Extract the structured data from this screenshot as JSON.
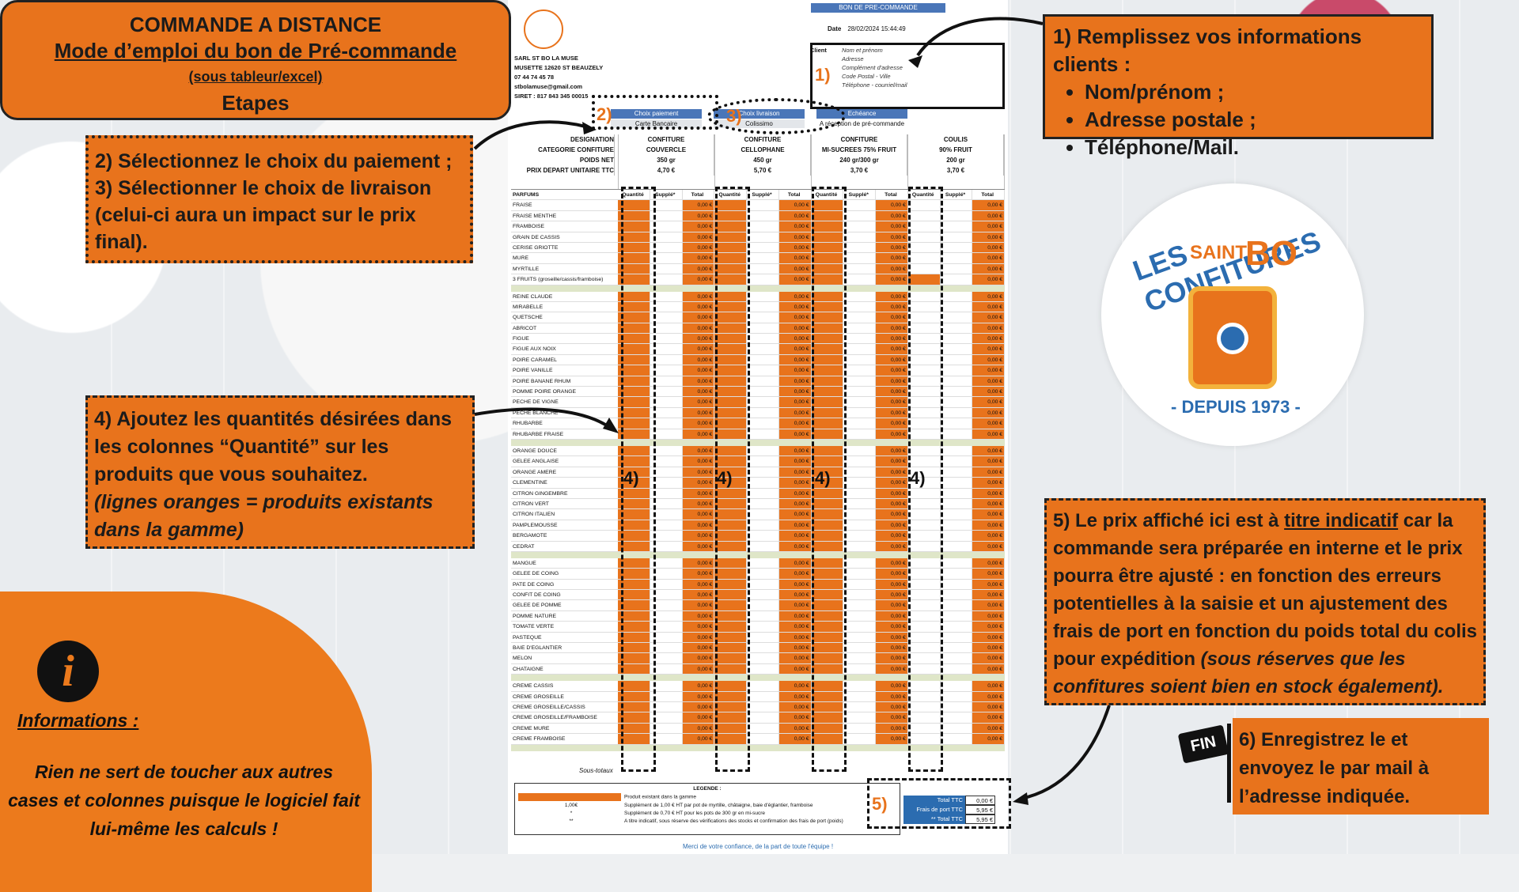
{
  "step0": {
    "title": "COMMANDE A DISTANCE",
    "subtitle": "Mode d’emploi du bon de Pré-commande",
    "note": "(sous tableur/excel)",
    "etapes": "Etapes"
  },
  "step1": {
    "intro": "1) Remplissez vos informations clients :",
    "items": [
      "Nom/prénom ;",
      "Adresse postale ;",
      "Téléphone/Mail."
    ]
  },
  "step2": {
    "line1": "2) Sélectionnez le choix du paiement ;",
    "line2": "3) Sélectionner le choix de livraison (celui-ci aura un impact sur le prix final)."
  },
  "step4": {
    "text": "4) Ajoutez les quantités désirées dans les colonnes “Quantité” sur les produits que vous souhaitez.",
    "italic": "(lignes oranges = produits existants dans la gamme)"
  },
  "step5": {
    "a": "5) Le prix affiché ici est à ",
    "u": "titre indicatif",
    "b": " car la commande sera préparée en interne et le prix pourra être ajusté : en fonction des erreurs potentielles à la saisie et un ajustement des frais de port en fonction du poids total du colis pour expédition ",
    "i": "(sous réserves que les confitures soient bien en stock également)."
  },
  "step6": {
    "flag": "FIN",
    "text": "6) Enregistrez le et envoyez le par mail à l’adresse indiquée."
  },
  "info": {
    "icon": "i",
    "title": "Informations :",
    "text": "Rien ne sert de toucher aux autres cases et colonnes puisque le logiciel fait lui-même les calculs !"
  },
  "logo": {
    "line1": "LES CONFITURES",
    "line2": "SAINT",
    "line3": "BO",
    "line4": "- DEPUIS 1973 -"
  },
  "sheet": {
    "header": "BON DE PRE-COMMANDE",
    "date_label": "Date",
    "date": "28/02/2024 15:44:49",
    "company": [
      "SARL ST BO LA MUSE",
      "MUSETTE 12620 ST BEAUZELY",
      "07 44 74 45 78",
      "stbolamuse@gmail.com",
      "SIRET : 817 843 345 00015"
    ],
    "client_label": "Client",
    "client_fields": [
      "Nom et prénom",
      "Adresse",
      "Complément d'adresse",
      "Code Postal - Ville",
      "Téléphone - courriel/mail"
    ],
    "payment": {
      "label": "Choix paiement",
      "value": "Carte Bancaire"
    },
    "delivery": {
      "label": "Choix livraison",
      "value": "Colissimo"
    },
    "deadline": {
      "label": "Echéance",
      "value": "A réception de pré-commande"
    },
    "col_labels": [
      "DESIGNATION",
      "CATEGORIE CONFITURE",
      "POIDS NET",
      "PRIX DEPART UNITAIRE TTC"
    ],
    "products": [
      {
        "name": "CONFITURE",
        "cat": "COUVERCLE",
        "weight": "350 gr",
        "price": "4,70 €"
      },
      {
        "name": "CONFITURE",
        "cat": "CELLOPHANE",
        "weight": "450 gr",
        "price": "5,70 €"
      },
      {
        "name": "CONFITURE",
        "cat": "MI-SUCREES 75% FRUIT",
        "weight": "240 gr/300 gr",
        "price": "3,70 €"
      },
      {
        "name": "COULIS",
        "cat": "90% FRUIT",
        "weight": "200 gr",
        "price": "3,70 €"
      }
    ],
    "subcols": [
      "Quantité",
      "Supplé*",
      "Total"
    ],
    "parfums_label": "PARFUMS",
    "groups": [
      [
        "FRAISE",
        "FRAISE MENTHE",
        "FRAMBOISE",
        "GRAIN DE CASSIS",
        "CERISE GRIOTTE",
        "MURE",
        "MYRTILLE",
        "3 FRUITS (groseille/cassis/framboise)"
      ],
      [
        "REINE CLAUDE",
        "MIRABELLE",
        "QUETSCHE",
        "ABRICOT",
        "FIGUE",
        "FIGUE AUX NOIX",
        "POIRE CARAMEL",
        "POIRE VANILLE",
        "POIRE BANANE RHUM",
        "POMME POIRE ORANGE",
        "PECHE DE VIGNE",
        "PECHE BLANCHE",
        "RHUBARBE",
        "RHUBARBE FRAISE"
      ],
      [
        "ORANGE DOUCE",
        "GELEE ANGLAISE",
        "ORANGE AMERE",
        "CLEMENTINE",
        "CITRON GINGEMBRE",
        "CITRON VERT",
        "CITRON ITALIEN",
        "PAMPLEMOUSSE",
        "BERGAMOTE",
        "CEDRAT"
      ],
      [
        "MANGUE",
        "GELEE DE COING",
        "PATE DE COING",
        "CONFIT DE COING",
        "GELEE DE POMME",
        "POMME NATURE",
        "TOMATE VERTE",
        "PASTEQUE",
        "BAIE D'EGLANTIER",
        "MELON",
        "CHATAIGNE"
      ],
      [
        "CREME CASSIS",
        "CREME GROSEILLE",
        "CREME GROSEILLE/CASSIS",
        "CREME GROSEILLE/FRAMBOISE",
        "CREME MURE",
        "CREME FRAMBOISE"
      ]
    ],
    "cell_total": "0,00 €",
    "subtotal_label": "Sous-totaux",
    "legend_title": "LEGENDE :",
    "legend": [
      "Produit existant dans la gamme",
      "Supplément de 1,00 € HT par pot de myrtille, châtaigne, baie d'églantier, framboise",
      "Supplément de 0,70 € HT pour les pots de 300 gr en mi-sucre",
      "A titre indicatif, sous réserve des vérifications des stocks et confirmation des frais de port (poids)"
    ],
    "legend_keys": [
      "",
      "1,00€",
      "*",
      "**"
    ],
    "totals": [
      {
        "label": "Total TTC",
        "value": "0,00 €"
      },
      {
        "label": "Frais de port TTC",
        "value": "5,95 €"
      },
      {
        "label": "** Total TTC",
        "value": "5,95 €"
      }
    ],
    "merci": "Merci de votre confiance, de la part de toute l'équipe !"
  },
  "tags": {
    "t1": "1)",
    "t2": "2)",
    "t3": "3)",
    "t4": "4)",
    "t5": "5)"
  }
}
